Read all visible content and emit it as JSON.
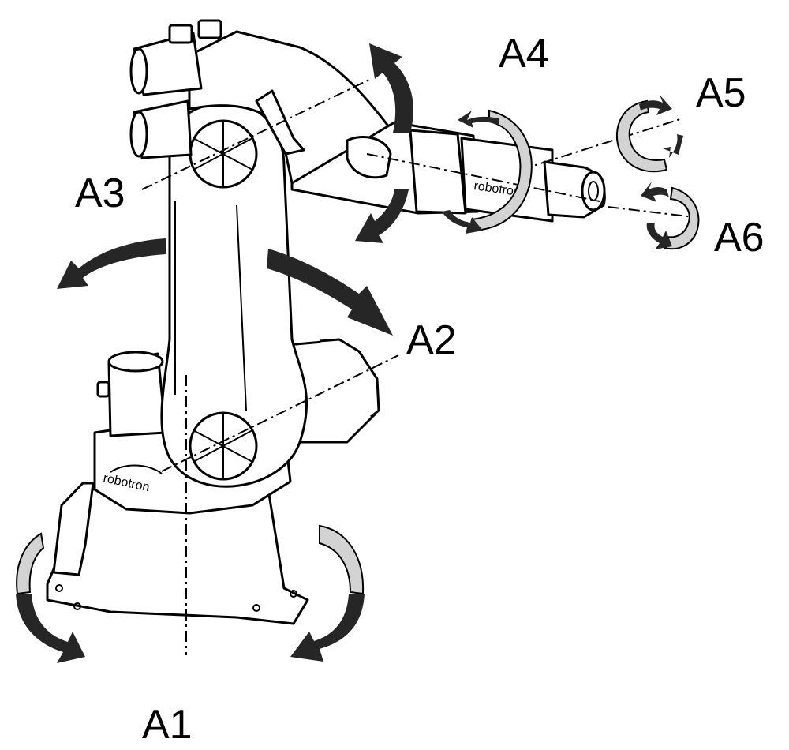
{
  "axes": [
    {
      "id": "A1",
      "label": "A1"
    },
    {
      "id": "A2",
      "label": "A2"
    },
    {
      "id": "A3",
      "label": "A3"
    },
    {
      "id": "A4",
      "label": "A4"
    },
    {
      "id": "A5",
      "label": "A5"
    },
    {
      "id": "A6",
      "label": "A6"
    }
  ],
  "brand": {
    "base_text": "robotron",
    "wrist_text": "robotron"
  },
  "colors": {
    "stroke": "#000000",
    "arrow_dark": "#262626",
    "arrow_light": "#d3d3d3",
    "background": "#ffffff"
  }
}
